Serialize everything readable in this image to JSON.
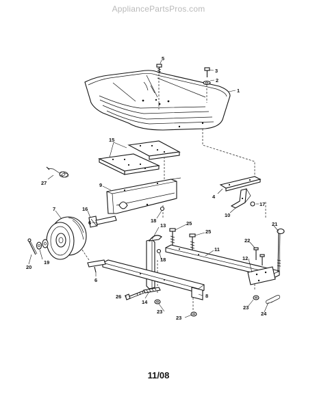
{
  "header": {
    "watermark": "AppliancePartsPros.com"
  },
  "footer": {
    "code": "11/08"
  },
  "callouts": {
    "c1": "1",
    "c2": "2",
    "c3": "3",
    "c4": "4",
    "c5": "5",
    "c6a": "6",
    "c6b": "6",
    "c7": "7",
    "c8": "8",
    "c9": "9",
    "c10": "10",
    "c11": "11",
    "c12": "12",
    "c13": "13",
    "c14": "14",
    "c15": "15",
    "c16": "16",
    "c17": "17",
    "c18a": "18",
    "c18b": "18",
    "c19": "19",
    "c20": "20",
    "c21": "21",
    "c22": "22",
    "c23a": "23",
    "c23b": "23",
    "c23c": "23",
    "c24": "24",
    "c25a": "25",
    "c25b": "25",
    "c26": "26",
    "c27": "27"
  }
}
